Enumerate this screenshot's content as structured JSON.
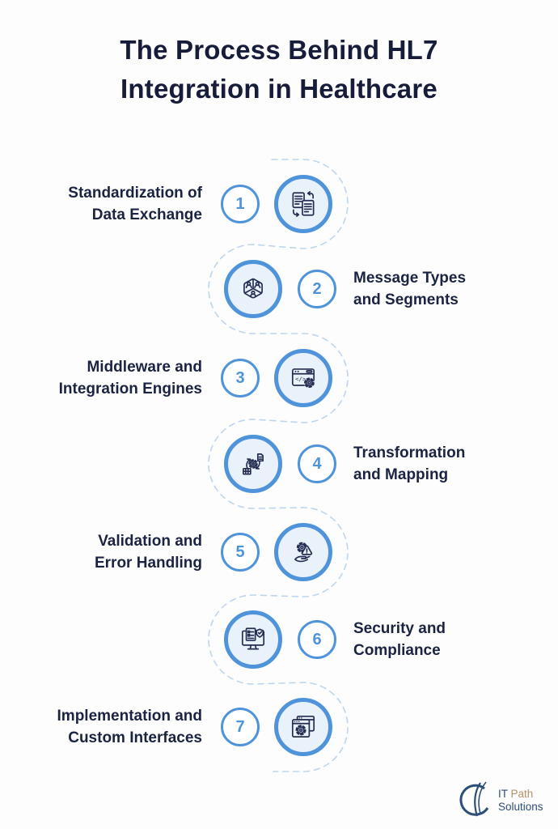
{
  "title": {
    "line1": "The Process Behind HL7",
    "line2": "Integration in Healthcare"
  },
  "steps": [
    {
      "number": "1",
      "line1": "Standardization of",
      "line2": "Data Exchange",
      "icon": "data-exchange-icon"
    },
    {
      "number": "2",
      "line1": "Message Types",
      "line2": "and Segments",
      "icon": "message-segments-icon"
    },
    {
      "number": "3",
      "line1": "Middleware and",
      "line2": "Integration Engines",
      "icon": "integration-engine-icon"
    },
    {
      "number": "4",
      "line1": "Transformation",
      "line2": "and Mapping",
      "icon": "transformation-mapping-icon"
    },
    {
      "number": "5",
      "line1": "Validation and",
      "line2": "Error Handling",
      "icon": "error-handling-icon"
    },
    {
      "number": "6",
      "line1": "Security and",
      "line2": "Compliance",
      "icon": "security-compliance-icon"
    },
    {
      "number": "7",
      "line1": "Implementation and",
      "line2": "Custom Interfaces",
      "icon": "custom-interfaces-icon"
    }
  ],
  "logo": {
    "it": "IT ",
    "path": "Path",
    "solutions": "Solutions"
  },
  "colors": {
    "accent_blue": "#4f94db",
    "icon_circle_fill": "#e9f1fb",
    "dash_blue": "#bdd6f0",
    "navy_text": "#161c3a",
    "icon_stroke": "#252e52",
    "logo_navy": "#2d4e79",
    "logo_gold": "#b29364",
    "background": "#fdfdfd"
  }
}
